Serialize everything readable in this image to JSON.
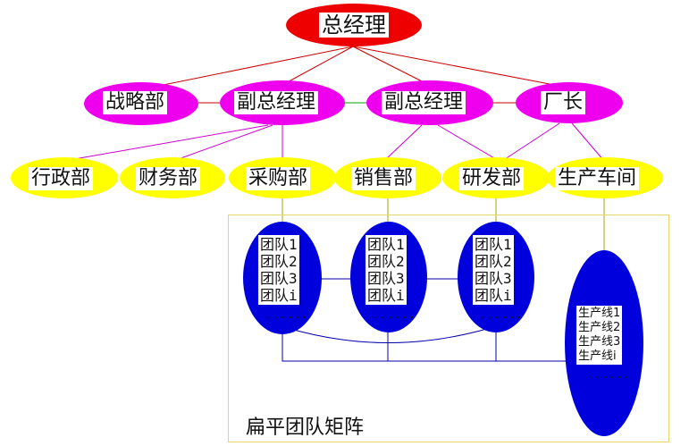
{
  "top": {
    "general_manager": "总经理"
  },
  "level2": {
    "strategy": "战略部",
    "vp1": "副总经理",
    "vp2": "副总经理",
    "factory_director": "厂长"
  },
  "departments": [
    "行政部",
    "财务部",
    "采购部",
    "销售部",
    "研发部",
    "生产车间"
  ],
  "teams": {
    "items": [
      "团队1",
      "团队2",
      "团队3",
      "团队i"
    ],
    "more": "......"
  },
  "production_lines": {
    "items": [
      "生产线1",
      "生产线2",
      "生产线3",
      "生产线i"
    ],
    "more": "......"
  },
  "matrix_label": "扁平团队矩阵",
  "colors": {
    "top_fill": "#ee0000",
    "level2_fill": "#ee00ee",
    "dept_fill": "#ffff00",
    "team_fill": "#0000dd",
    "line_red": "#cc0000",
    "line_magenta": "#cc00cc",
    "line_green": "#00aa00",
    "line_blue": "#0000aa",
    "box_border": "#e8d66a"
  }
}
